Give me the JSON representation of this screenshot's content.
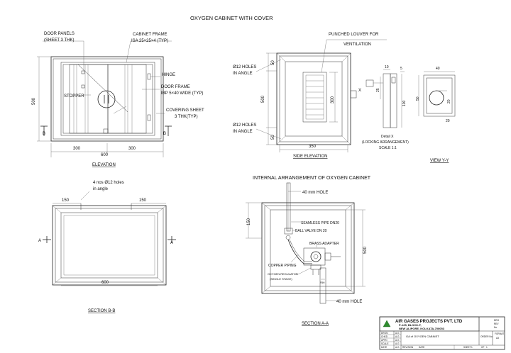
{
  "titles": {
    "main": "OXYGEN CABINET WITH COVER",
    "elevation": "ELEVATION",
    "side_elevation": "SIDE ELEVATION",
    "section_bb": "SECTION B-B",
    "section_aa": "SECTION A-A",
    "internal": "INTERNAL ARRANGEMENT OF OXYGEN CABINET",
    "view_yy": "VIEW Y-Y"
  },
  "elevation": {
    "door_panels": "DOOR PANELS",
    "door_panels_sub": "(SHEET 3 THK)",
    "cabinet_frame": "CABINET FRAME",
    "cabinet_frame_sub": "ISA  25×25×4 (TYP)",
    "hinge": "HINGE",
    "door_frame": "DOOR FRAME",
    "door_frame_sub": "IBP  5×40 WIDE (TYP)",
    "stopper": "STOPPER",
    "covering_sheet": "COVERING SHEET",
    "covering_sheet_sub": "3 THK(TYP)",
    "dim_height": "500",
    "dim_left": "300",
    "dim_right": "300",
    "dim_total": "600",
    "sec_b_left": "B",
    "sec_b_right": "B"
  },
  "side": {
    "louver": "PUNCHED LOUVER FOR",
    "louver_sub": "VENTILATION",
    "holes_top": "Ø12 HOLES",
    "holes_top_sub": "IN ANGLE",
    "holes_bot": "Ø12 HOLES",
    "holes_bot_sub": "IN ANGLE",
    "dim_50_top": "50",
    "dim_50_bot": "50",
    "dim_500": "500",
    "dim_300": "300",
    "dim_350": "350",
    "x_mark": "X"
  },
  "detail": {
    "d10": "10",
    "d5": "5",
    "d25": "25",
    "d100": "100",
    "label1": "Detail X",
    "label2": "(LOCKING ARRANGEMENT)",
    "scale": "SCALE 1:1"
  },
  "view": {
    "d40": "40",
    "d50": "50",
    "d20a": "20",
    "d20b": "20"
  },
  "section_bb": {
    "holes": "4 nos Ø12 holes",
    "holes_sub": "in angle",
    "d150a": "150",
    "d150b": "150",
    "d600": "600",
    "a_left": "A",
    "a_right": "A"
  },
  "internal": {
    "hole_top": "40 mm HOLE",
    "hole_bot": "40 mm HOLE",
    "seamless": "SEAMLESS PIPE DN20",
    "ball_valve": "BALL VALVE DN 20",
    "brass": "BRASS ADAPTER",
    "copper": "COPPER PIPING",
    "regulator": "OXYGEN REGULATOR",
    "regulator_sub": "(SINGLE STAGE)",
    "d150": "150",
    "d500": "500"
  },
  "titleblock": {
    "company": "AIR GASES PROJECTS PVT. LTD",
    "addr1": "P-125, BLOCK-F,",
    "addr2": "NEW ALIPORE, KOLKATA-700053",
    "drawing_title": "GA of OXYGEN CABINET",
    "order_no": "ORDER No.",
    "format": "FORMAT",
    "format_val": "A3",
    "sheet": "SHEET",
    "sheet_val": "1",
    "of": "OF",
    "of_val": "1",
    "rows": [
      "DRGN",
      "CHKD",
      "APPD",
      "SCALE",
      "DATE"
    ],
    "vals": [
      "A.G",
      "A.G",
      "A.G",
      "A.G",
      "A.G"
    ],
    "revision": "REVISION",
    "date_col": "DATE",
    "side_labels": [
      "DRG",
      "REV",
      "No."
    ]
  },
  "colors": {
    "ink": "#111111",
    "logo": "#2e8b2e"
  }
}
